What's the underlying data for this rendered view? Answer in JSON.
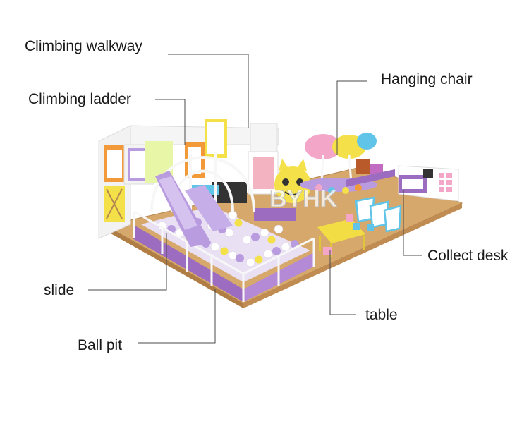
{
  "labels": {
    "climbing_walkway": "Climbing walkway",
    "climbing_ladder": "Climbing ladder",
    "hanging_chair": "Hanging chair",
    "collect_desk": "Collect desk",
    "slide": "slide",
    "ball_pit": "Ball pit",
    "table": "table"
  },
  "watermark": "BYHK",
  "colors": {
    "floor": "#d7a86b",
    "base_purple": "#9b6cc0",
    "frame_white": "#f7f7f7",
    "slide_purple": "#b99be0",
    "accent_orange": "#f29a3a",
    "accent_yellow": "#f4e14a",
    "accent_pink": "#f3a6c8",
    "accent_blue": "#5fc4e8",
    "table_yellow": "#f2dd45",
    "leader_line": "#4a4a4a"
  }
}
